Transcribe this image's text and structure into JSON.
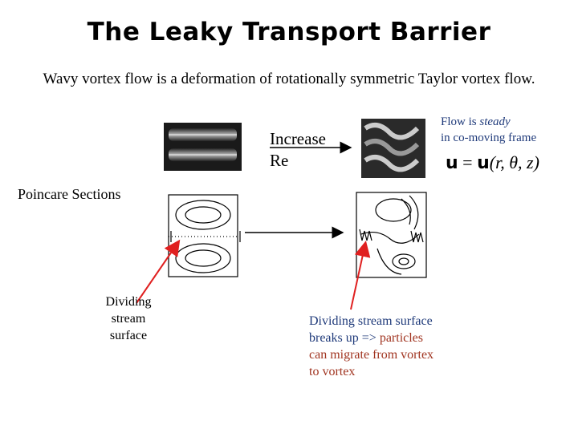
{
  "title": "The Leaky Transport Barrier",
  "subtitle": "Wavy vortex flow is a deformation of rotationally symmetric Taylor vortex flow.",
  "increase": {
    "line1": "Increase",
    "line2": "Re"
  },
  "flow_note": {
    "prefix": "Flow is ",
    "emphasis": "steady",
    "line2": "in co-moving frame"
  },
  "equation": {
    "lhs": "u",
    "eq": " = ",
    "rhs_fn": "u",
    "args": "(r, θ, z)"
  },
  "poincare_label": "Poincare Sections",
  "dividing_left": {
    "line1": "Dividing",
    "line2": "stream",
    "line3": "surface"
  },
  "dividing_right": {
    "line1": "Dividing stream surface",
    "line2a": "breaks up => ",
    "line2b": "particles",
    "line3": "can migrate from vortex",
    "line4": "to vortex"
  },
  "colors": {
    "text_blue": "#1f3a7a",
    "text_brown": "#a0331f",
    "arrow_red": "#e02020"
  }
}
